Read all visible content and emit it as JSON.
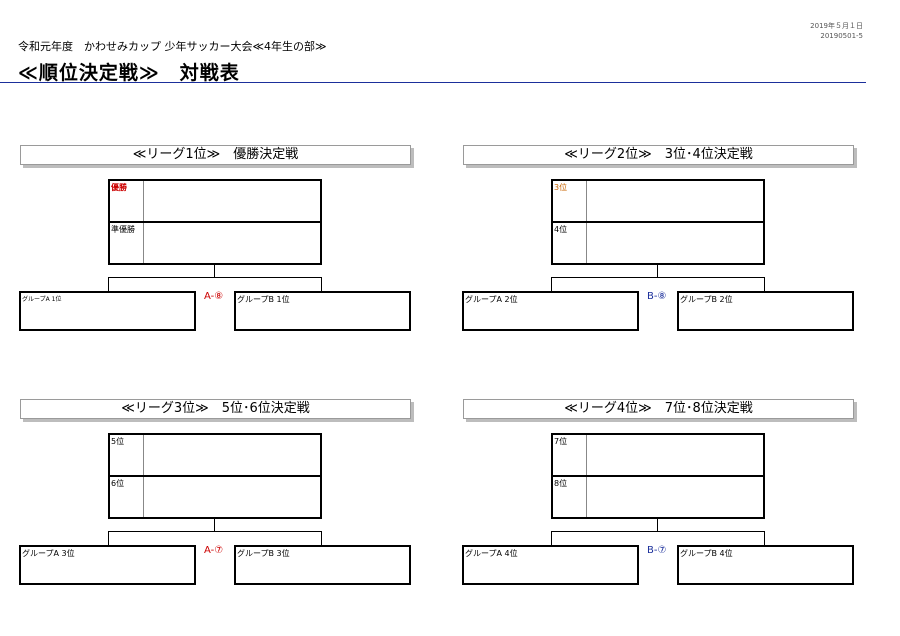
{
  "meta": {
    "date": "2019年５月１日",
    "code": "20190501-5"
  },
  "subtitle": "令和元年度　かわせみカップ 少年サッカー大会≪4年生の部≫",
  "title": "≪順位決定戦≫　対戦表",
  "brackets": [
    {
      "header": "≪リーグ1位≫　優勝決定戦",
      "top_label": "優勝",
      "bottom_label": "準優勝",
      "match": "A-⑧",
      "left_team": "グループA 1位",
      "right_team": "グループB  1位"
    },
    {
      "header": "≪リーグ2位≫　3位･4位決定戦",
      "top_label": "3位",
      "bottom_label": "4位",
      "match": "B-⑧",
      "left_team": "グループA  2位",
      "right_team": "グループB  2位"
    },
    {
      "header": "≪リーグ3位≫　5位･6位決定戦",
      "top_label": "5位",
      "bottom_label": "6位",
      "match": "A-⑦",
      "left_team": "グループA  3位",
      "right_team": "グループB  3位"
    },
    {
      "header": "≪リーグ4位≫　7位･8位決定戦",
      "top_label": "7位",
      "bottom_label": "8位",
      "match": "B-⑦",
      "left_team": "グループA  4位",
      "right_team": "グループB  4位"
    }
  ],
  "colors": {
    "red": "#cc0000",
    "blue": "#1b2f9b",
    "orange": "#c86400",
    "rule": "#1b2f9b"
  }
}
